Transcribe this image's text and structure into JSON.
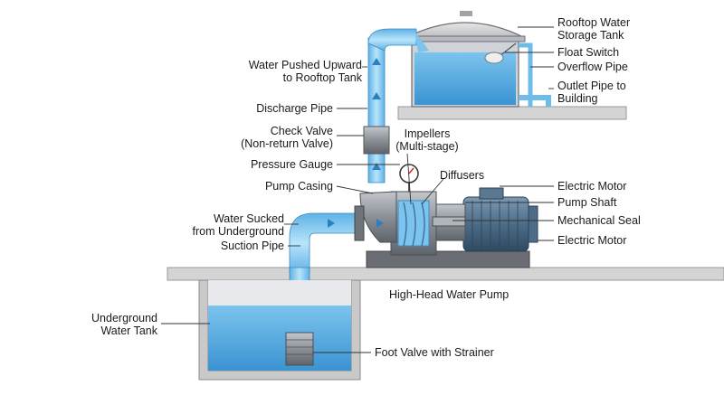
{
  "labels": {
    "rooftop_tank": [
      "Rooftop Water",
      "Storage Tank"
    ],
    "float_switch": "Float Switch",
    "overflow_pipe": "Overflow Pipe",
    "outlet_pipe": [
      "Outlet Pipe to",
      "Building"
    ],
    "water_pushed": [
      "Water Pushed Upward",
      "to Rooftop Tank"
    ],
    "discharge_pipe": "Discharge Pipe",
    "check_valve": [
      "Check Valve",
      "(Non-return Valve)"
    ],
    "pressure_gauge": "Pressure Gauge",
    "pump_casing": "Pump Casing",
    "impellers": [
      "Impellers",
      "(Multi-stage)"
    ],
    "diffusers": "Diffusers",
    "electric_motor_top": "Electric Motor",
    "pump_shaft": "Pump Shaft",
    "mechanical_seal": "Mechanical Seal",
    "electric_motor_bottom": "Electric Motor",
    "water_sucked": [
      "Water Sucked",
      "from Underground"
    ],
    "suction_pipe": "Suction Pipe",
    "underground_tank": [
      "Underground",
      "Water Tank"
    ],
    "foot_valve": "Foot Valve with Strainer",
    "caption": "High-Head Water Pump"
  },
  "colors": {
    "water": "#5aaee4",
    "water_dark": "#2f86c8",
    "pipe": "#8fd0f2",
    "concrete": "#d4d4d4",
    "metal": "#8a8f96",
    "motor": "#4f6f8a"
  }
}
